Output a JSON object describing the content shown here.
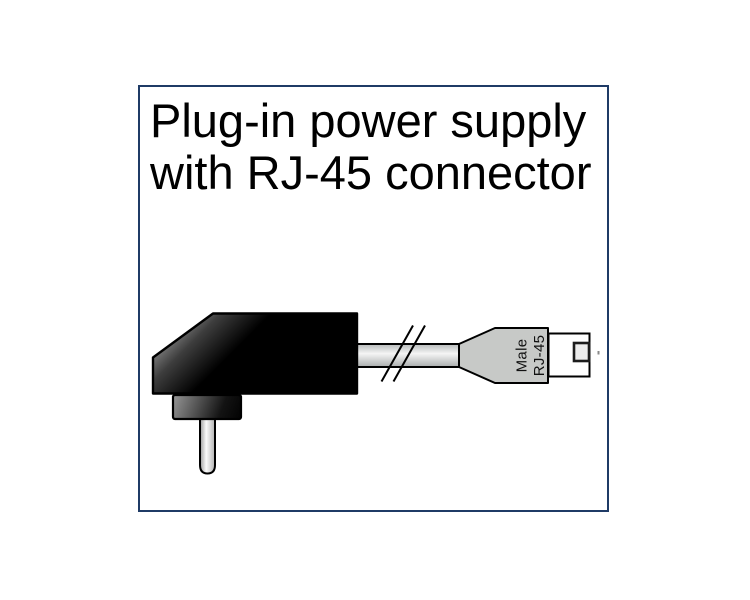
{
  "title": {
    "line1": "Plug-in power supply",
    "line2": "with RJ-45 connector"
  },
  "connector": {
    "label_line1": "Male",
    "label_line2": "RJ-45"
  },
  "colors": {
    "frame_border": "#1f3b66",
    "device_body_black": "#000000",
    "cable_fill_gray": "#d9d9d9",
    "boot_fill_gray": "#c7c9c7",
    "plug_body_white": "#ffffff",
    "pin_highlight": "#fafafa",
    "title_text": "#000000"
  }
}
